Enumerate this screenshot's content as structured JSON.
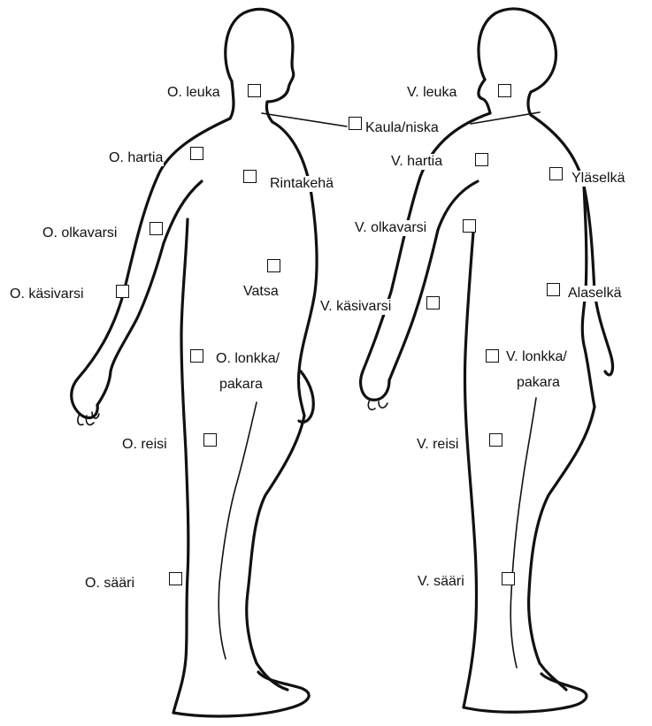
{
  "labels": {
    "o_leuka": "O. leuka",
    "kaula_niska": "Kaula/niska",
    "o_hartia": "O. hartia",
    "rintakeha": "Rintakehä",
    "o_olkavarsi": "O. olkavarsi",
    "o_kasivarsi": "O. käsivarsi",
    "vatsa": "Vatsa",
    "o_lonkka_1": "O. lonkka/",
    "o_lonkka_2": "pakara",
    "o_reisi": "O. reisi",
    "o_saari": "O. sääri",
    "v_leuka": "V. leuka",
    "v_hartia": "V. hartia",
    "ylaselka": "Yläselkä",
    "v_olkavarsi": "V. olkavarsi",
    "v_kasivarsi": "V. käsivarsi",
    "alaselka": "Alaselkä",
    "v_lonkka_1": "V. lonkka/",
    "v_lonkka_2": "pakara",
    "v_reisi": "V. reisi",
    "v_saari": "V. sääri"
  }
}
